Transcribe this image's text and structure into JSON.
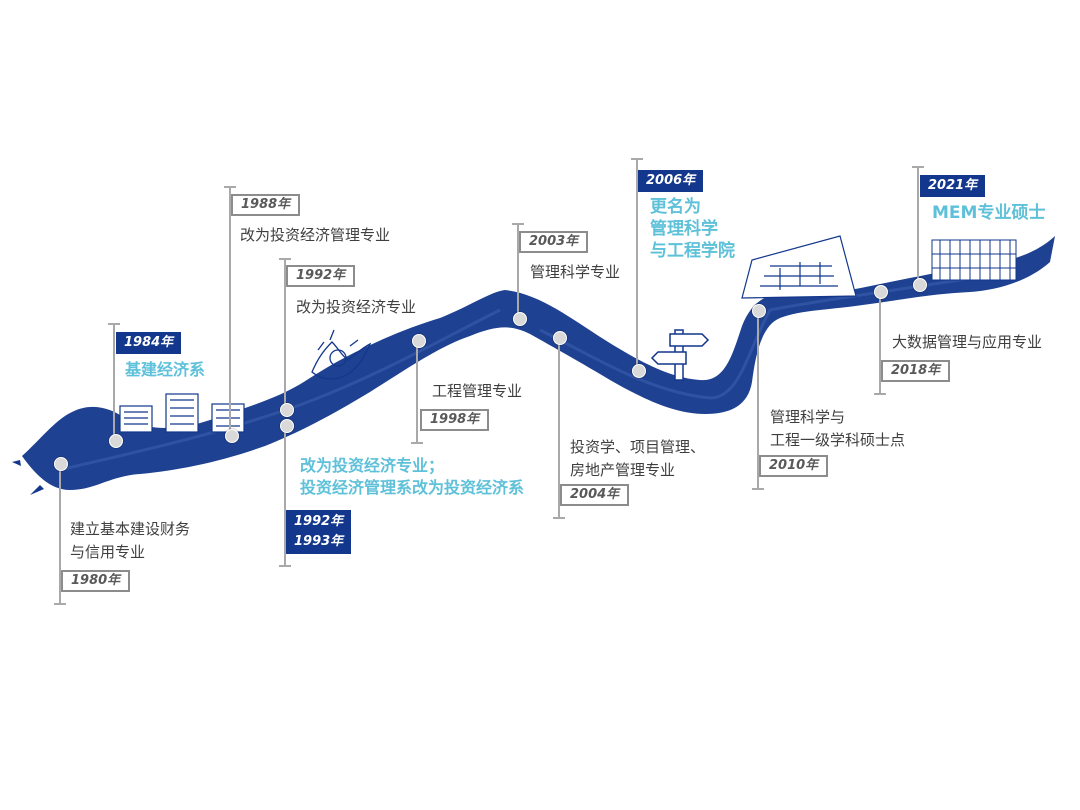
{
  "colors": {
    "river": "#12378c",
    "badge_solid": "#12378c",
    "highlight_text": "#5ec1d9",
    "normal_text": "#3f3f3f",
    "badge_outline": "#8c8c8c",
    "connector": "#a9a9a9"
  },
  "milestones": [
    {
      "year": "1980年",
      "lines": [
        "建立基本建设财务",
        "与信用专业"
      ]
    },
    {
      "year": "1984年",
      "lines": [
        "基建经济系"
      ]
    },
    {
      "year": "1988年",
      "lines": [
        "改为投资经济管理专业"
      ]
    },
    {
      "year": "1992年",
      "lines": [
        "改为投资经济专业"
      ]
    },
    {
      "years": [
        "1992年",
        "1993年"
      ],
      "lines": [
        "改为投资经济专业；",
        "投资经济管理系改为投资经济系"
      ]
    },
    {
      "year": "1998年",
      "lines": [
        "工程管理专业"
      ]
    },
    {
      "year": "2003年",
      "lines": [
        "管理科学专业"
      ]
    },
    {
      "year": "2004年",
      "lines": [
        "投资学、项目管理、",
        "房地产管理专业"
      ]
    },
    {
      "year": "2006年",
      "lines": [
        "更名为",
        "管理科学",
        "与工程学院"
      ]
    },
    {
      "year": "2010年",
      "lines": [
        "管理科学与",
        "工程一级学科硕士点"
      ]
    },
    {
      "year": "2018年",
      "lines": [
        "大数据管理与应用专业"
      ]
    },
    {
      "year": "2021年",
      "lines": [
        "MEM专业硕士"
      ]
    }
  ]
}
